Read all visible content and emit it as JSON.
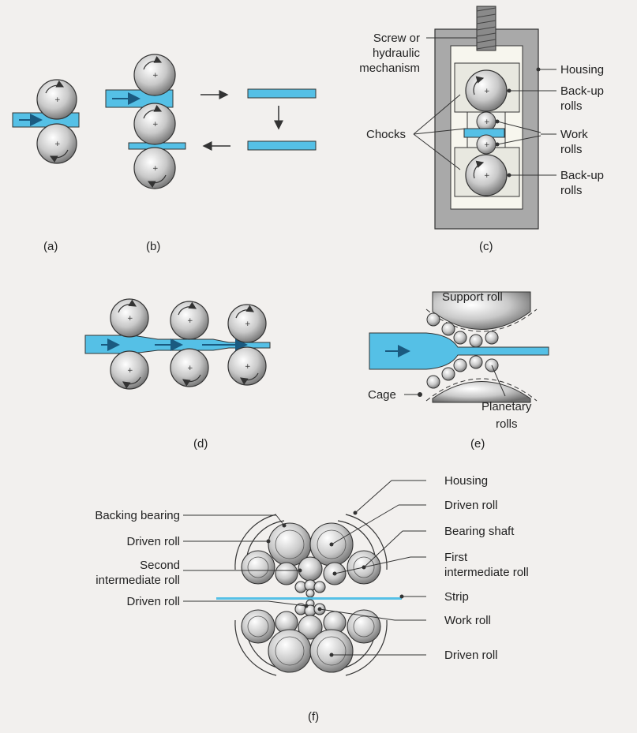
{
  "captions": {
    "a": "(a)",
    "b": "(b)",
    "c": "(c)",
    "d": "(d)",
    "e": "(e)",
    "f": "(f)"
  },
  "c_labels": {
    "screw": "Screw or",
    "screw2": "hydraulic",
    "screw3": "mechanism",
    "housing": "Housing",
    "backup_top": "Back-up",
    "backup_top2": "rolls",
    "work": "Work",
    "work2": "rolls",
    "chocks": "Chocks",
    "backup_bot": "Back-up",
    "backup_bot2": "rolls"
  },
  "e_labels": {
    "support": "Support roll",
    "cage": "Cage",
    "planetary": "Planetary",
    "planetary2": "rolls"
  },
  "f_labels": {
    "housing": "Housing",
    "driven_roll_tr": "Driven roll",
    "bearing_shaft": "Bearing shaft",
    "first_inter": "First",
    "first_inter2": "intermediate roll",
    "strip": "Strip",
    "work_roll": "Work roll",
    "driven_roll_br": "Driven roll",
    "backing_bearing": "Backing bearing",
    "driven_roll_l1": "Driven roll",
    "second_inter": "Second",
    "second_inter2": "intermediate roll",
    "driven_roll_l2": "Driven roll"
  },
  "colors": {
    "strip": "#55c0e6",
    "roll_dark": "#7a7a7a",
    "roll_light": "#f4f4f4",
    "housing": "#a9a9a9"
  }
}
